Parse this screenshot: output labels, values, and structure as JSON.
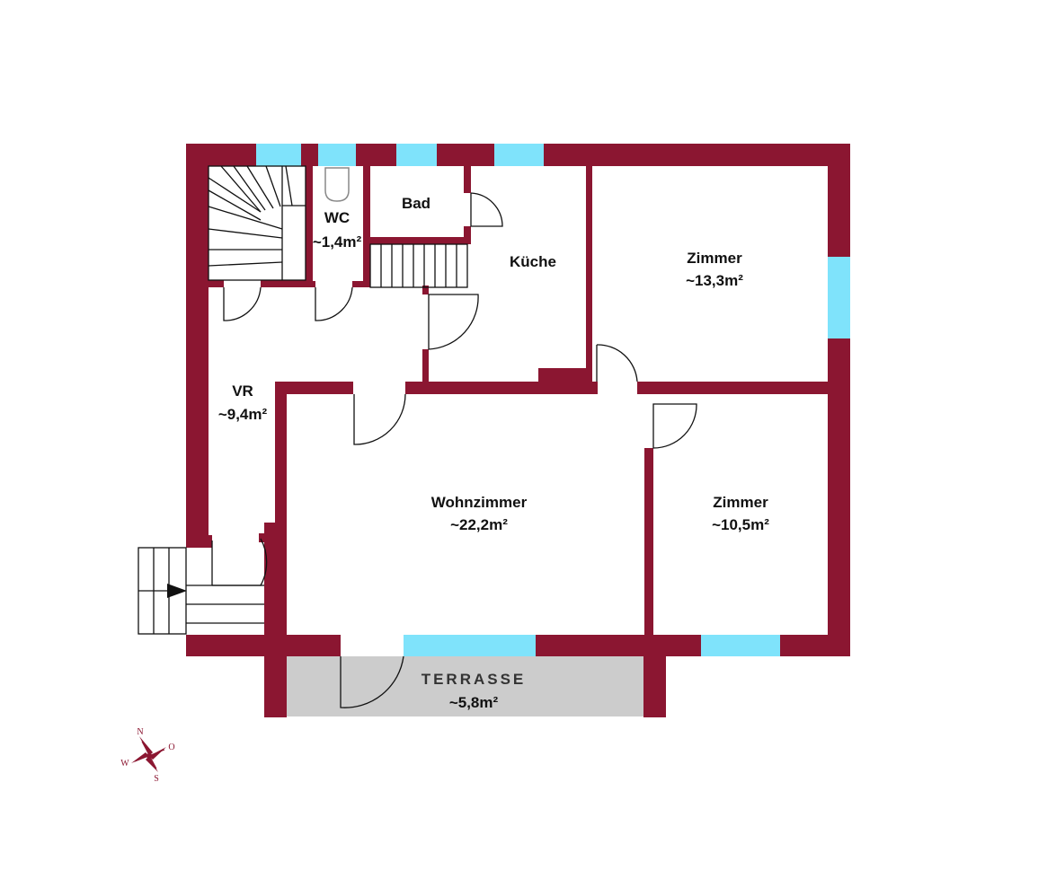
{
  "colors": {
    "wall": "#8b1631",
    "window": "#7fe3fb",
    "terrace": "#cccccc",
    "text": "#111111"
  },
  "rooms": {
    "bad": {
      "name": "Bad"
    },
    "wc": {
      "name": "WC",
      "area": "~1,4m²"
    },
    "kueche": {
      "name": "Küche"
    },
    "zimmer_nord": {
      "name": "Zimmer",
      "area": "~13,3m²"
    },
    "vr": {
      "name": "VR",
      "area": "~9,4m²"
    },
    "wohnzimmer": {
      "name": "Wohnzimmer",
      "area": "~22,2m²"
    },
    "zimmer_sued": {
      "name": "Zimmer",
      "area": "~10,5m²"
    },
    "terrasse": {
      "name": "TERRASSE",
      "area": "~5,8m²"
    }
  },
  "compass": {
    "n": "N",
    "o": "O",
    "s": "S",
    "w": "W"
  }
}
